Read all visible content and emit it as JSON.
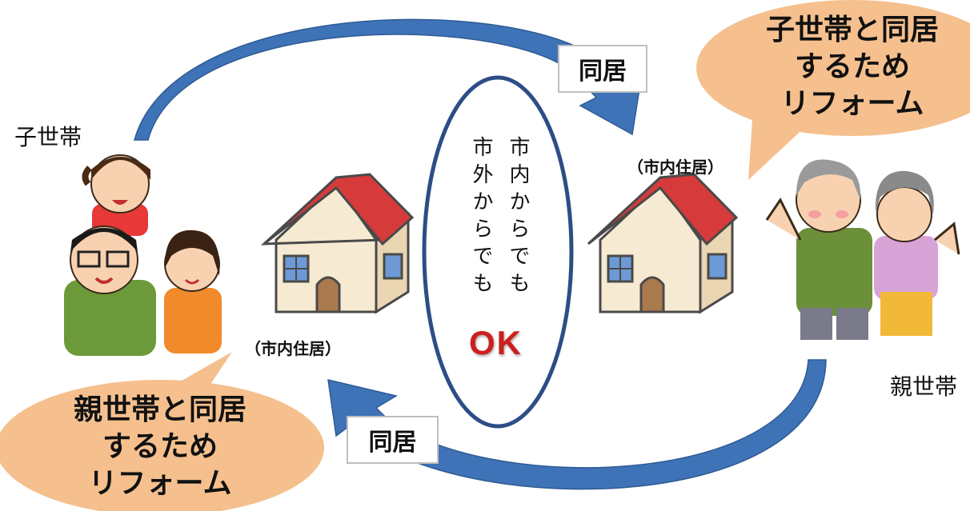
{
  "arrows": {
    "top_label": "同居",
    "bottom_label": "同居",
    "color": "#3f73b8"
  },
  "center": {
    "line1": "市内からでも",
    "line2": "市外からでも",
    "ok": "OK",
    "ok_color": "#cc1f1f"
  },
  "child_household": {
    "label": "子世帯",
    "residence": "（市内住居）",
    "bubble": [
      "親世帯と同居",
      "するため",
      "リフォーム"
    ]
  },
  "parent_household": {
    "label": "親世帯",
    "residence": "（市内住居）",
    "bubble": [
      "子世帯と同居",
      "するため",
      "リフォーム"
    ]
  },
  "bubble_color": "#f5c08e"
}
